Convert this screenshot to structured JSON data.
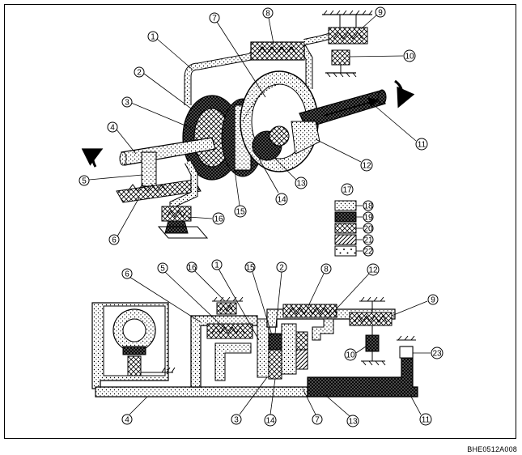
{
  "figure": {
    "code": "BHE0512A008",
    "colors": {
      "line": "#000000",
      "background": "#ffffff"
    }
  },
  "legend": {
    "title": "17",
    "items": [
      {
        "label": "18",
        "pattern": "dots"
      },
      {
        "label": "19",
        "pattern": "dense-crosshatch"
      },
      {
        "label": "20",
        "pattern": "light-crosshatch"
      },
      {
        "label": "21",
        "pattern": "diagonal-hatch"
      },
      {
        "label": "22",
        "pattern": "sparse-dots"
      }
    ]
  },
  "upper_callouts": [
    "1",
    "2",
    "3",
    "4",
    "5",
    "6",
    "7",
    "8",
    "9",
    "10",
    "11",
    "12",
    "13",
    "14",
    "15",
    "16"
  ],
  "lower_callouts": [
    "1",
    "2",
    "3",
    "4",
    "5",
    "6",
    "7",
    "8",
    "9",
    "10",
    "11",
    "12",
    "13",
    "14",
    "15",
    "16",
    "23"
  ]
}
